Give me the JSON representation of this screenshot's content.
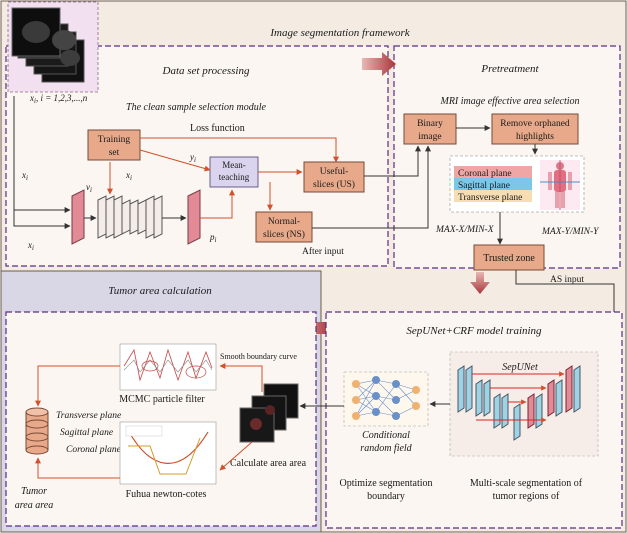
{
  "framework": {
    "title": "Image segmentation framework"
  },
  "colors": {
    "outer_bg": "#f4ece3",
    "tumor_bg": "#d9d6e6",
    "panel_bg": "#fbf6f1",
    "box_fill": "#e7a98a",
    "box_stroke": "#7a4a37",
    "dashed": "#5b2d86",
    "arrow_red": "#d2502a",
    "big_arrow": "#b7484a",
    "conv_pink": "#e38a97",
    "conv_blue": "#9fd3e3"
  },
  "input": {
    "stack_label": "x",
    "index_label": ", i = 1,2,3,...,n"
  },
  "dataset": {
    "title": "Data set processing",
    "subtitle": "The clean sample selection module",
    "training_set": "Training set",
    "loss_function": "Loss function",
    "mean_teaching": "Mean-teaching",
    "useful_slices": "Useful-slices (US)",
    "normal_slices": "Normal-slices (NS)",
    "after_input": "After input",
    "var_xi": "x",
    "var_yi": "y",
    "var_vi": "v",
    "var_pi": "p",
    "subscript": "i"
  },
  "pretreatment": {
    "title": "Pretreatment",
    "subtitle": "MRI image effective area selection",
    "binary_image": "Binary image",
    "remove_highlights": "Remove orphaned highlights",
    "planes": [
      "Coronal plane",
      "Sagittal plane",
      "Transverse plane"
    ],
    "max_x": "MAX-X/MIN-X",
    "max_y": "MAX-Y/MIN-Y",
    "trusted_zone": "Trusted zone",
    "as_input": "AS input"
  },
  "training": {
    "title": "SepUNet+CRF model training",
    "sepunet": "SepUNet",
    "crf": "Conditional random field",
    "optimize": "Optimize segmentation boundary",
    "multiscale": "Multi-scale segmentation of tumor regions of"
  },
  "tumor": {
    "title": "Tumor area calculation",
    "smooth_curve": "Smooth boundary curve",
    "mcmc": "MCMC particle filter",
    "planes": [
      "Transverse plane",
      "Sagittal plane",
      "Coronal plane"
    ],
    "calc_area": "Calculate area area",
    "fuhua": "Fuhua newton-cotes",
    "tumor_area": "Tumor area area"
  },
  "icons": [
    "mri-stack-icon",
    "database-cylinder-icon",
    "neural-network-icon",
    "body-planes-icon",
    "line-chart-icon"
  ]
}
